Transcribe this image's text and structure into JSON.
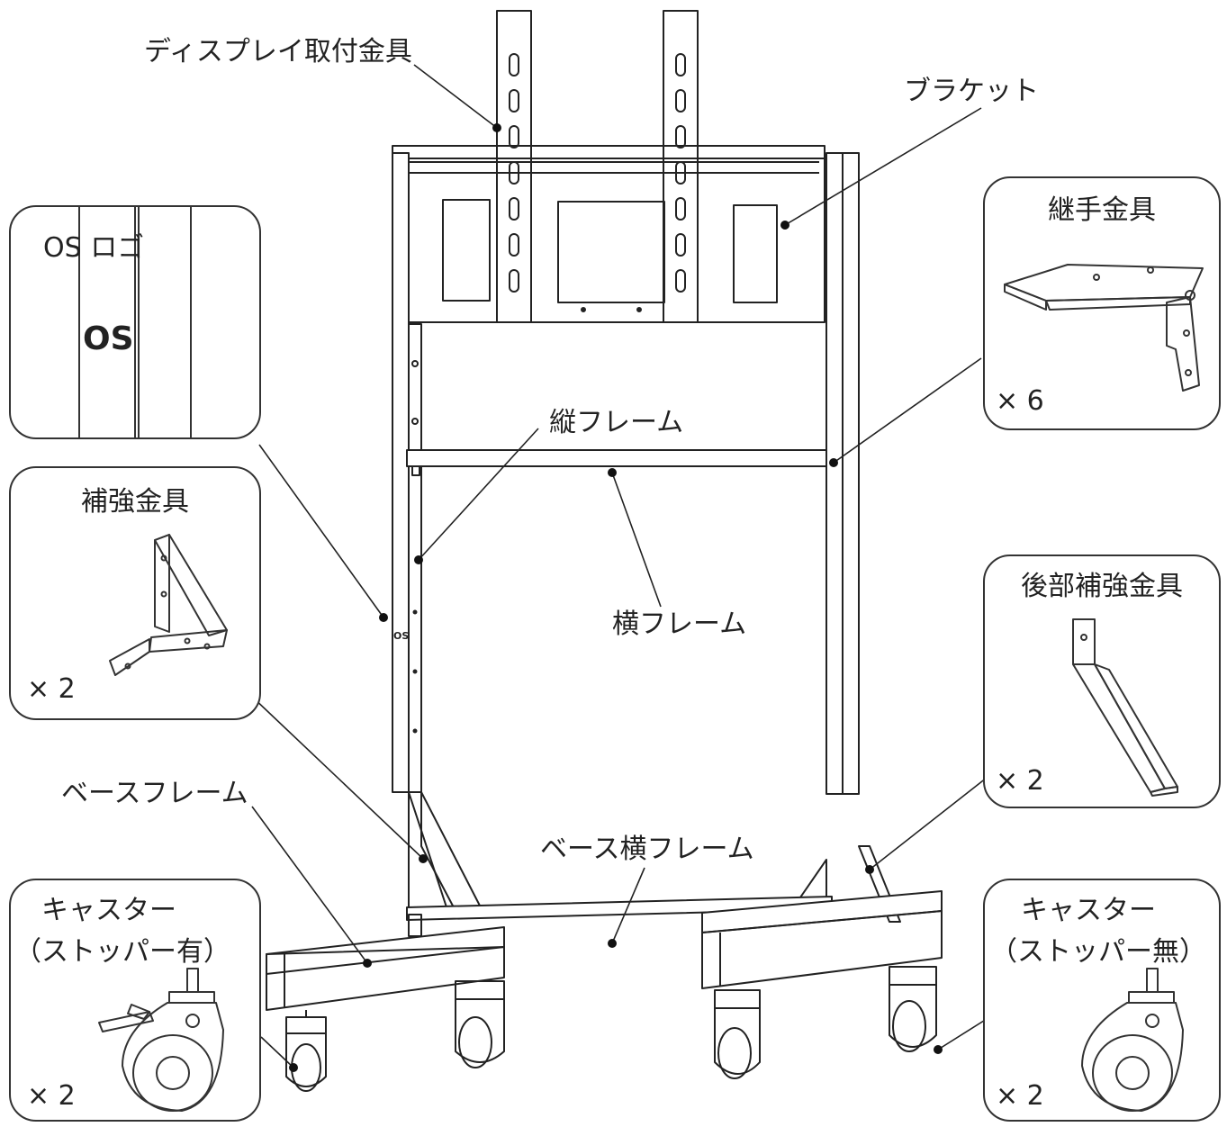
{
  "labels": {
    "display_bracket": "ディスプレイ取付金具",
    "bracket": "ブラケット",
    "horizontal_frame": "横フレーム",
    "vertical_frame": "縦フレーム",
    "base_frame": "ベースフレーム",
    "base_horizontal_frame": "ベース横フレーム"
  },
  "callouts": {
    "os_logo": {
      "title": "OS ロゴ",
      "logo_text": "OS"
    },
    "reinforcement": {
      "title": "補強金具",
      "qty": "× 2"
    },
    "joint": {
      "title": "継手金具",
      "qty": "× 6"
    },
    "rear_reinforcement": {
      "title": "後部補強金具",
      "qty": "× 2"
    },
    "caster_stopper": {
      "title": "キャスター",
      "subtitle": "（ストッパー有）",
      "qty": "× 2"
    },
    "caster_no_stopper": {
      "title": "キャスター",
      "subtitle": "（ストッパー無）",
      "qty": "× 2"
    }
  },
  "frame_logo": "OS"
}
